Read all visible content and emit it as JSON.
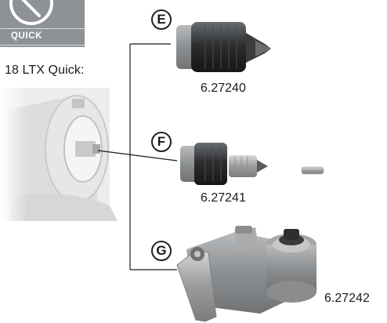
{
  "badge": {
    "label": "QUICK"
  },
  "model_label": "18 LTX Quick:",
  "accessories": [
    {
      "letter": "E",
      "part_number": "6.27240"
    },
    {
      "letter": "F",
      "part_number": "6.27241"
    },
    {
      "letter": "G",
      "part_number": "6.27242"
    }
  ]
}
